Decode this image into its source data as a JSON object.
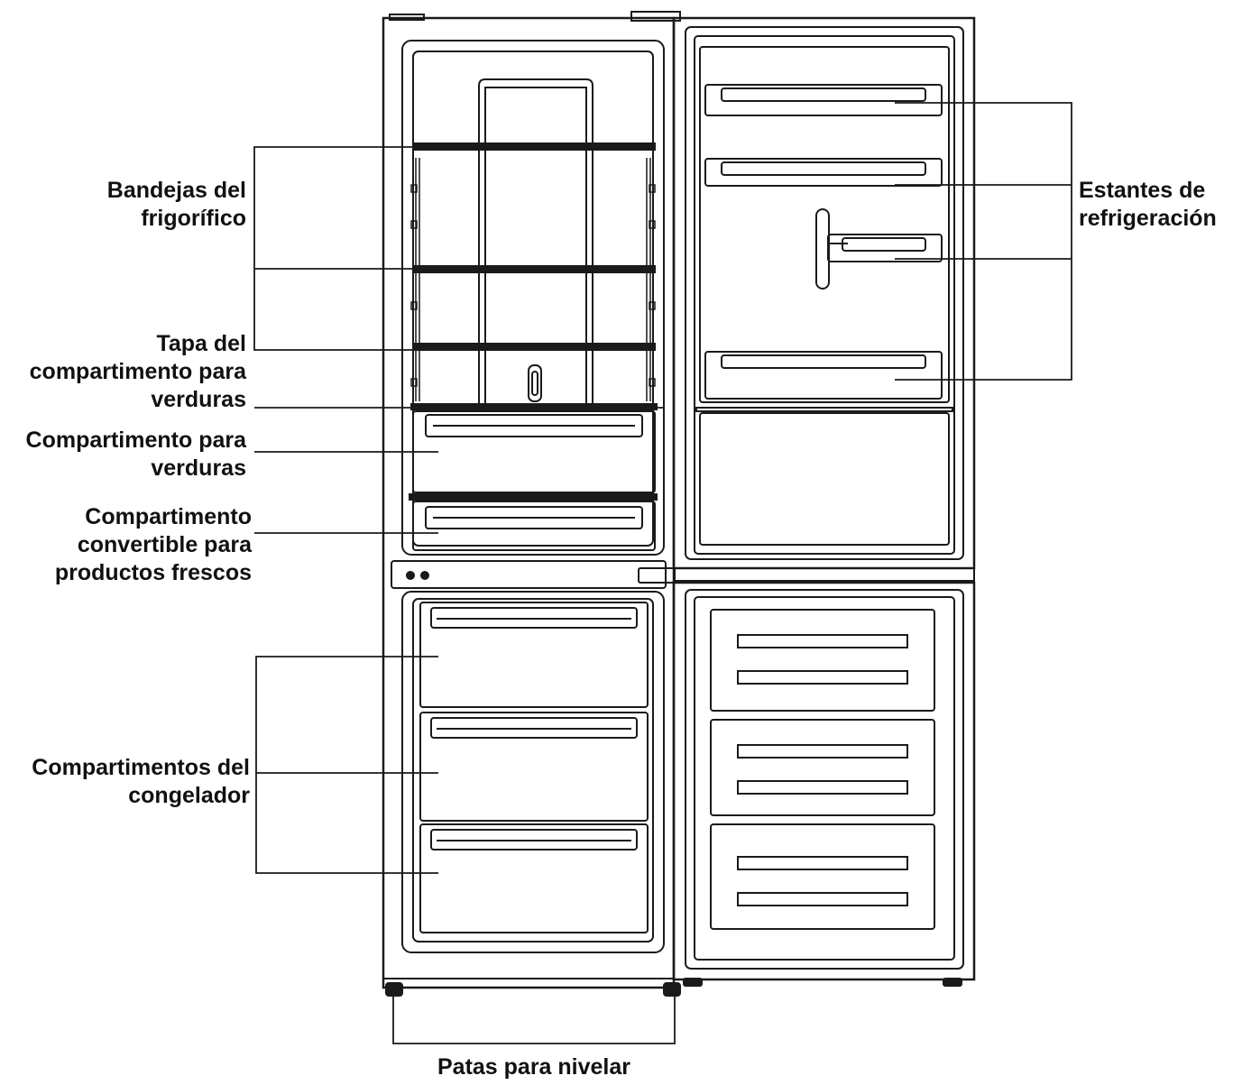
{
  "colors": {
    "line": "#1a1a1a",
    "background": "#ffffff"
  },
  "labels": {
    "fridge_shelves": [
      "Bandejas del",
      "frigorífico"
    ],
    "crisper_cover": [
      "Tapa del",
      "compartimento para",
      "verduras"
    ],
    "crisper": [
      "Compartimento para",
      "verduras"
    ],
    "convertible": [
      "Compartimento",
      "convertible para",
      "productos frescos"
    ],
    "freezer": [
      "Compartimentos del",
      "congelador"
    ],
    "door_shelves": [
      "Estantes de",
      "refrigeración"
    ],
    "feet": "Patas para nivelar"
  }
}
